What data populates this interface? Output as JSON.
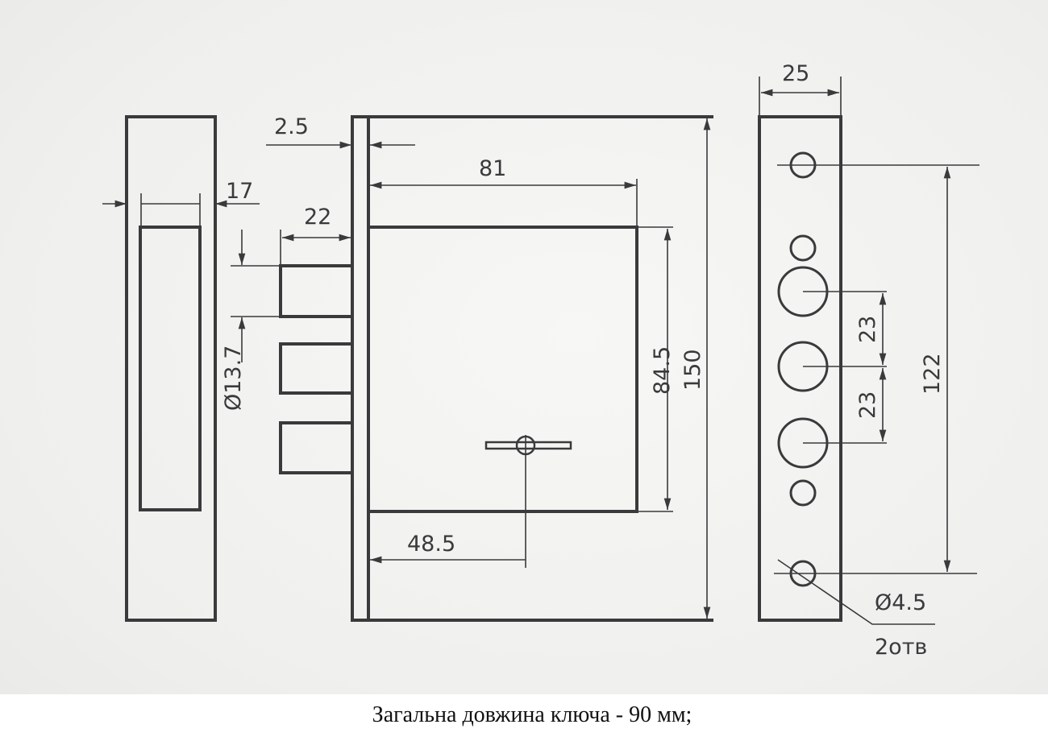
{
  "drawing": {
    "dimensions": {
      "faceplate_thickness": "2.5",
      "cylinder_width": "17",
      "bolt_projection": "22",
      "bolt_diameter": "Ø13.7",
      "body_width": "81",
      "body_inner_height": "84.5",
      "total_height": "150",
      "backset": "48.5",
      "strike_width": "25",
      "bolt_spacing_1": "23",
      "bolt_spacing_2": "23",
      "mount_hole_spacing": "122",
      "mount_hole_diameter": "Ø4.5",
      "mount_hole_count": "2отв"
    }
  },
  "caption": "Загальна довжина ключа - 90 мм;"
}
